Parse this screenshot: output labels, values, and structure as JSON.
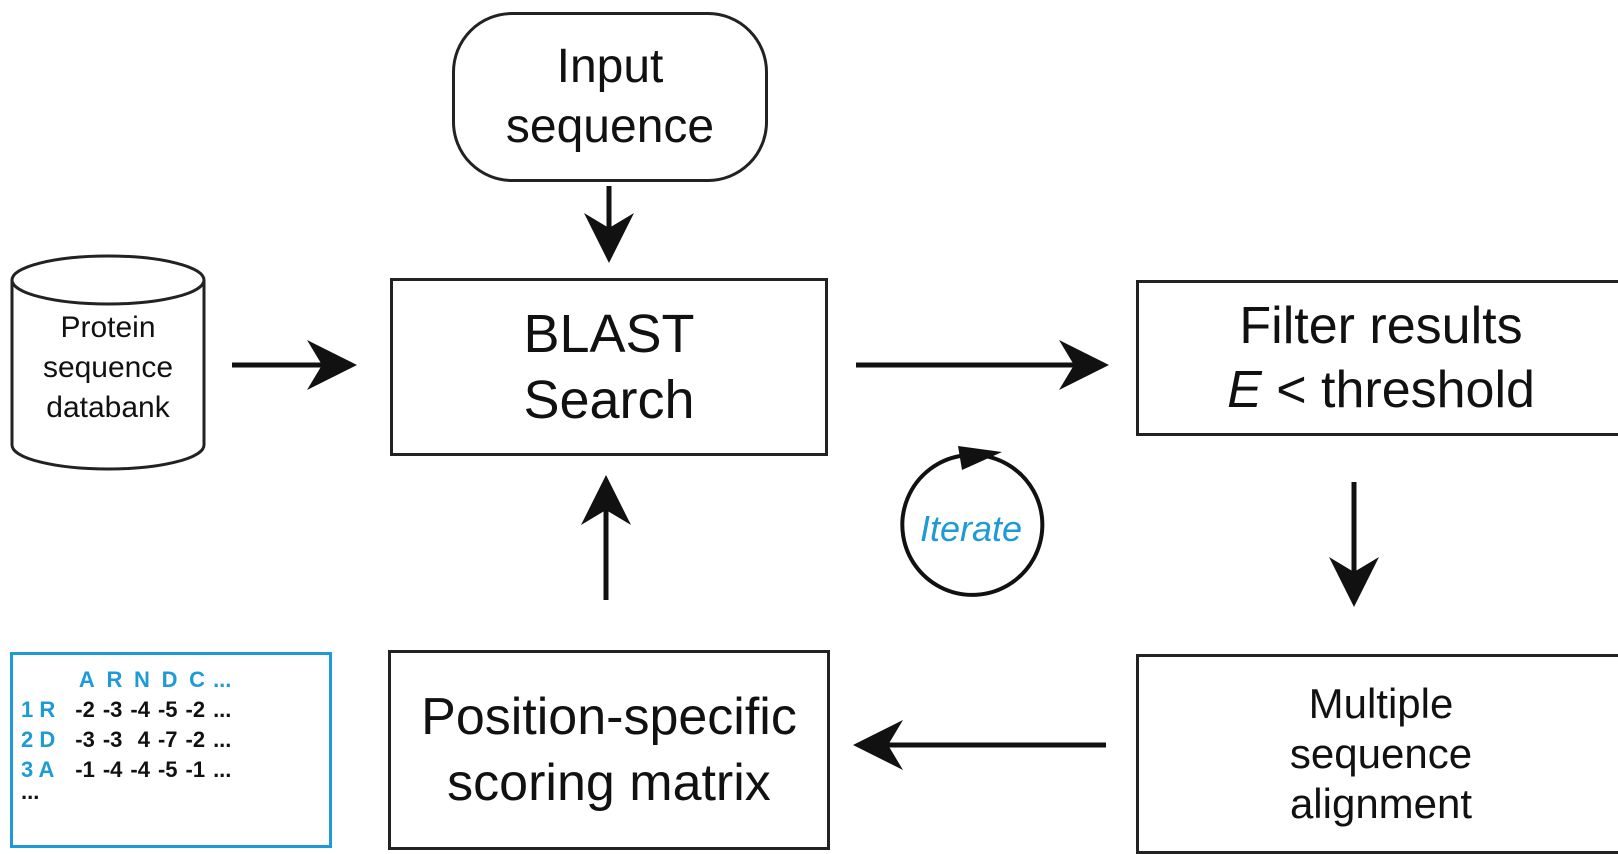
{
  "nodes": {
    "input": {
      "lines": [
        "Input",
        "sequence"
      ]
    },
    "database": {
      "lines": [
        "Protein",
        "sequence",
        "databank"
      ]
    },
    "blast": {
      "lines": [
        "BLAST",
        "Search"
      ]
    },
    "filter": {
      "line1": "Filter results",
      "line2_var": "E",
      "line2_rest": " < threshold"
    },
    "msa": {
      "lines": [
        "Multiple",
        "sequence",
        "alignment"
      ]
    },
    "pssm": {
      "lines": [
        "Position-specific",
        "scoring matrix"
      ]
    }
  },
  "iterate_label": "Iterate",
  "matrix_example": {
    "columns": [
      "A",
      "R",
      "N",
      "D",
      "C",
      "..."
    ],
    "rows": [
      {
        "label": "1 R",
        "values": [
          "-2",
          "-3",
          "-4",
          "-5",
          "-2",
          "..."
        ]
      },
      {
        "label": "2 D",
        "values": [
          "-3",
          "-3",
          "4",
          "-7",
          "-2",
          "..."
        ]
      },
      {
        "label": "3 A",
        "values": [
          "-1",
          "-4",
          "-4",
          "-5",
          "-1",
          "..."
        ]
      }
    ],
    "more": "..."
  },
  "colors": {
    "accent": "#1e9ad6",
    "stroke": "#222222"
  }
}
